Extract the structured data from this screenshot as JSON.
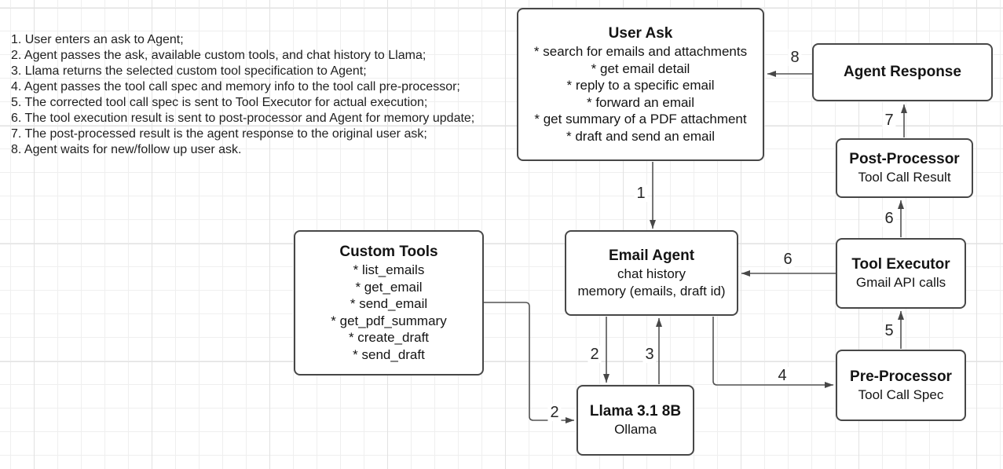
{
  "colors": {
    "node_border": "#474747",
    "connector": "#545454",
    "text": "#1f1f1f",
    "grid_minor": "#efefef",
    "grid_major": "#e2e2e2",
    "background": "#ffffff"
  },
  "steps": [
    "1. User enters an ask to Agent;",
    "2. Agent passes the ask, available custom tools, and chat history to Llama;",
    "3. Llama returns the selected custom tool specification to Agent;",
    "4. Agent passes the tool call spec and memory info to the tool call pre-processor;",
    "5. The corrected tool call spec is sent to Tool Executor for actual execution;",
    "6. The tool execution result is sent to post-processor and Agent for memory update;",
    "7. The post-processed result is the agent response to the original user ask;",
    "8. Agent waits for new/follow up user ask."
  ],
  "nodes": {
    "user_ask": {
      "title": "User Ask",
      "lines": [
        "* search for emails and attachments",
        "* get email detail",
        "* reply to a specific email",
        "* forward an email",
        "* get summary of a PDF attachment",
        "* draft and send an email"
      ]
    },
    "agent_response": {
      "title": "Agent Response"
    },
    "post_processor": {
      "title": "Post-Processor",
      "lines": [
        "Tool Call Result"
      ]
    },
    "tool_executor": {
      "title": "Tool Executor",
      "lines": [
        "Gmail API calls"
      ]
    },
    "pre_processor": {
      "title": "Pre-Processor",
      "lines": [
        "Tool Call Spec"
      ]
    },
    "email_agent": {
      "title": "Email Agent",
      "lines": [
        "chat history",
        "memory (emails, draft id)"
      ]
    },
    "custom_tools": {
      "title": "Custom Tools",
      "lines": [
        "* list_emails",
        "* get_email",
        "* send_email",
        "* get_pdf_summary",
        "* create_draft",
        "* send_draft"
      ]
    },
    "llama": {
      "title": "Llama 3.1 8B",
      "lines": [
        "Ollama"
      ]
    }
  },
  "edge_labels": {
    "user_ask_to_email_agent": "1",
    "email_agent_to_llama": "2",
    "custom_tools_to_llama": "2",
    "llama_to_email_agent": "3",
    "email_agent_to_pre_processor": "4",
    "pre_processor_to_tool_executor": "5",
    "tool_executor_to_post_processor": "6",
    "tool_executor_to_email_agent": "6",
    "post_processor_to_agent_response": "7",
    "agent_response_to_user_ask": "8"
  }
}
